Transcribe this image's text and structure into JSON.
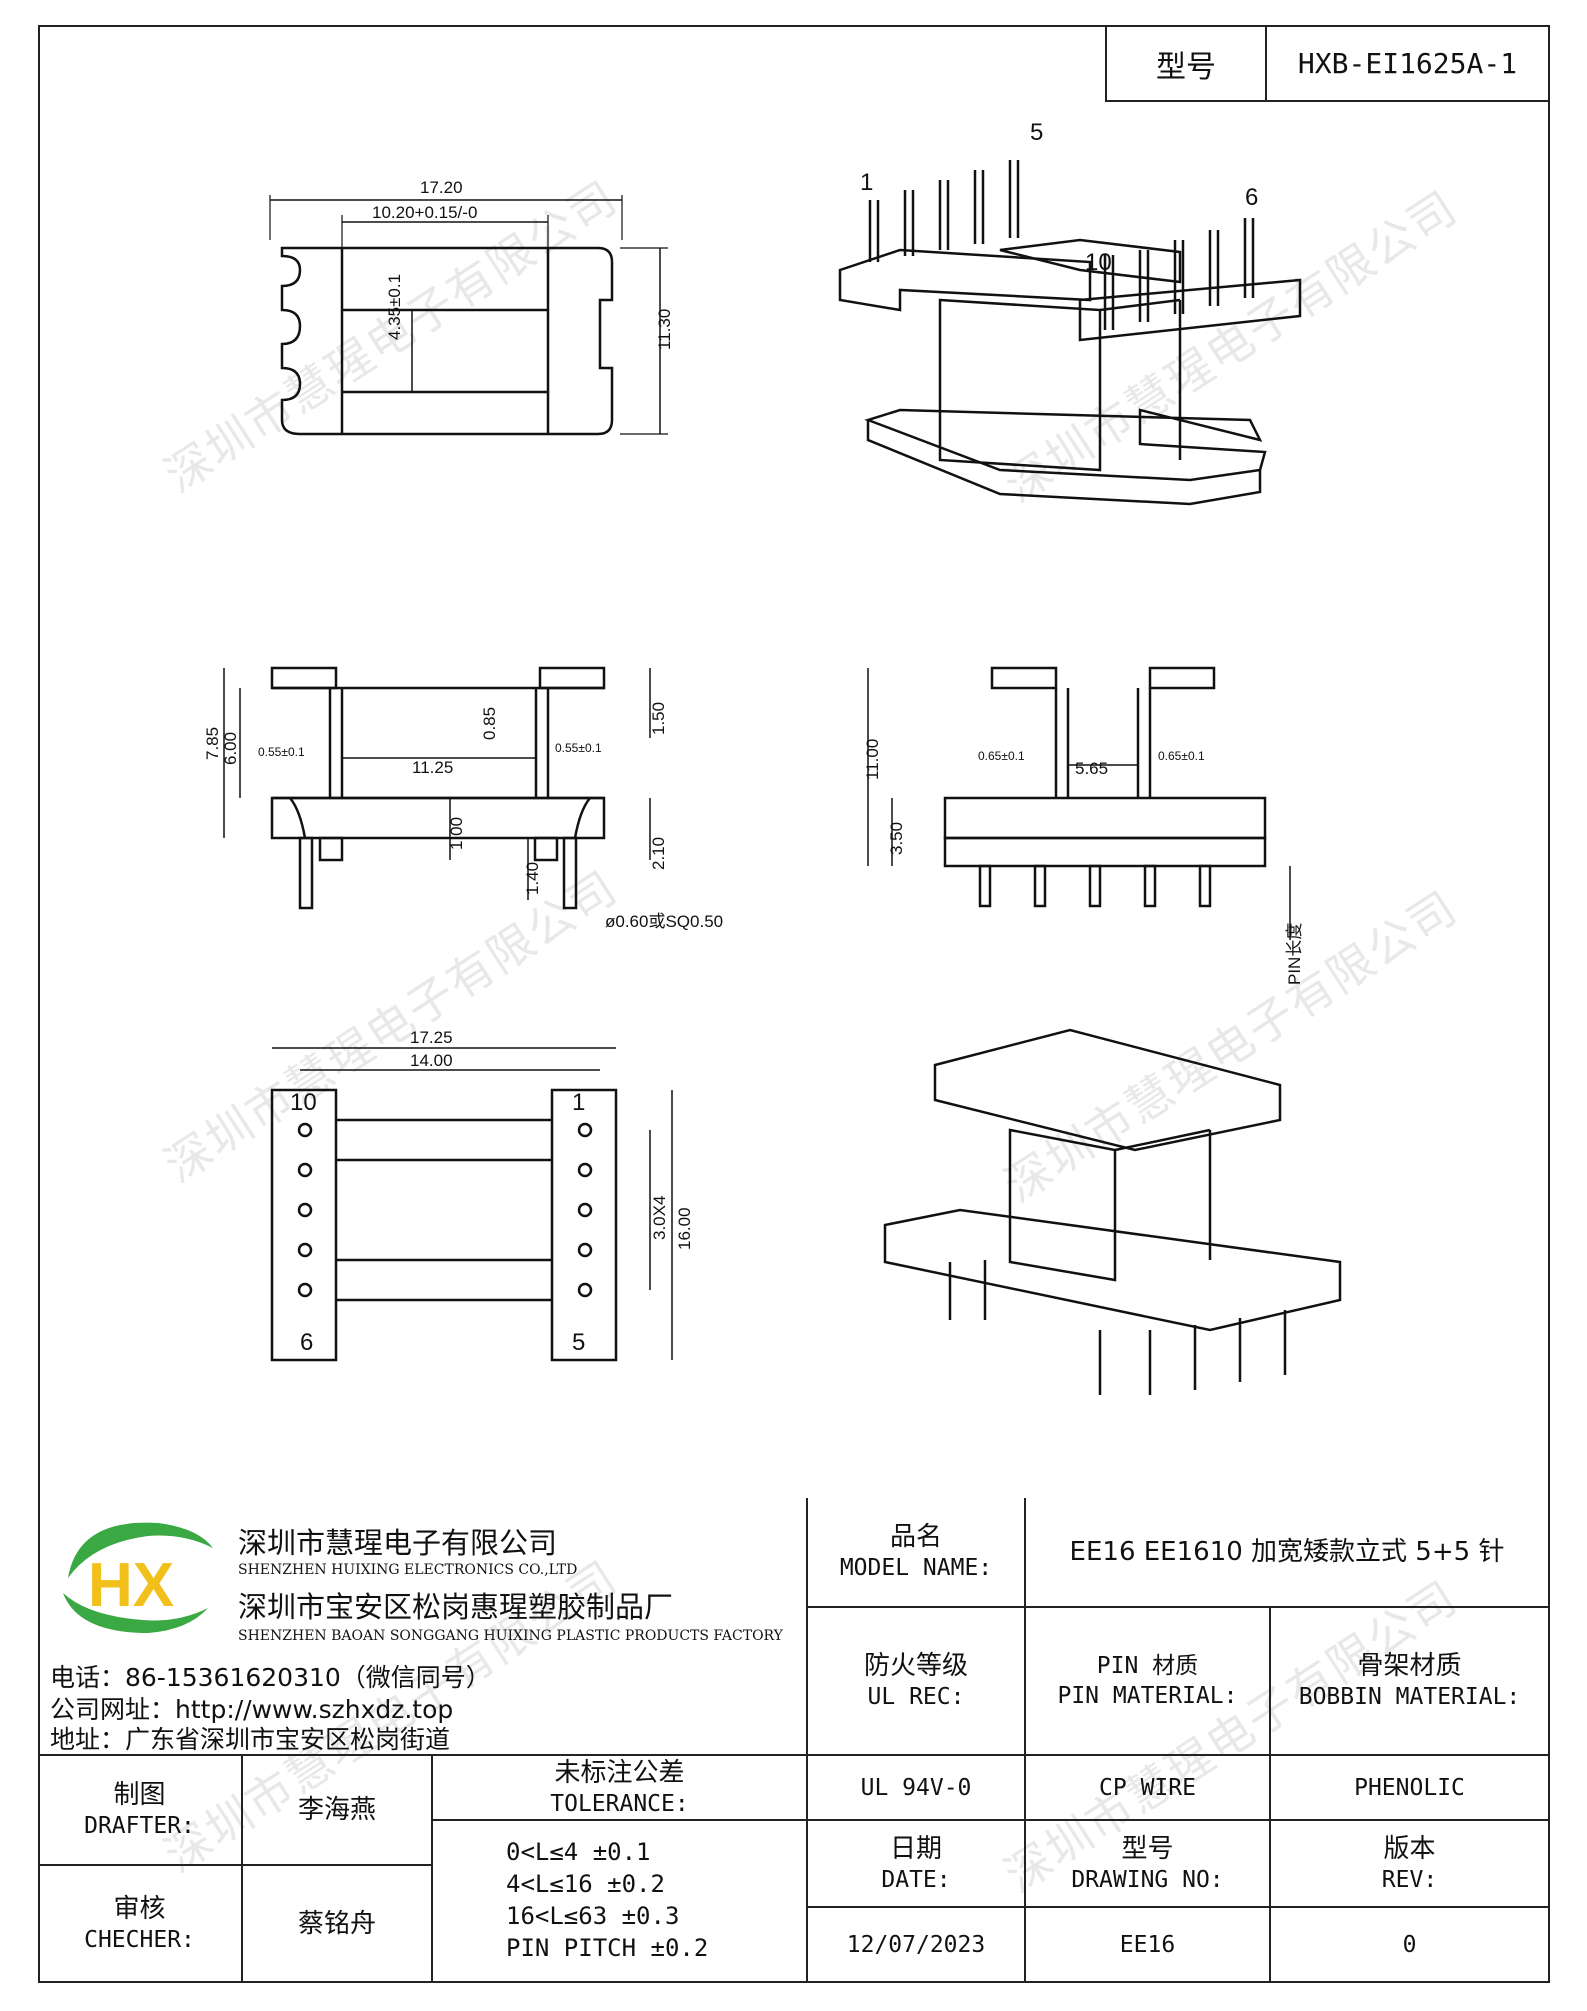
{
  "header": {
    "model_label": "型号",
    "model_value": "HXB-EI1625A-1"
  },
  "watermark": "深圳市慧瑆电子有限公司",
  "drawing": {
    "top_view": {
      "dim_a": "17.20",
      "dim_b": "10.20+0.15/-0",
      "dim_d": "4.35±0.1",
      "dim_c": "11.30"
    },
    "side_view": {
      "dim_total": "7.85",
      "dim_h6": "6.00",
      "dim_wall_l": "0.55±0.1",
      "dim_wall_r": "0.55±0.1",
      "dim_width": "11.25",
      "dim_085": "0.85",
      "dim_150": "1.50",
      "dim_100": "1.00",
      "dim_210": "2.10",
      "dim_140": "1.40",
      "dim_pin": "ø0.60或SQ0.50"
    },
    "end_view": {
      "dim_height": "11.00",
      "dim_wall_l": "0.65±0.1",
      "dim_width": "5.65",
      "dim_wall_r": "0.65±0.1",
      "dim_350": "3.50",
      "dim_pin_len": "PIN长度"
    },
    "bottom_view": {
      "dim_a": "17.25",
      "dim_b": "14.00",
      "dim_pitch": "3.0X4",
      "dim_h": "16.00",
      "pins": [
        "10",
        "1",
        "6",
        "5"
      ]
    },
    "iso_pins": {
      "p1": "1",
      "p5": "5",
      "p6": "6",
      "p10": "10"
    }
  },
  "title_block": {
    "company_cn": "深圳市慧瑆电子有限公司",
    "company_en": "SHENZHEN HUIXING ELECTRONICS CO.,LTD",
    "factory_cn": "深圳市宝安区松岗惠瑆塑胶制品厂",
    "factory_en": "SHENZHEN BAOAN SONGGANG HUIXING PLASTIC PRODUCTS FACTORY",
    "phone": "电话：86-15361620310（微信同号）",
    "website": "公司网址：http://www.szhxdz.top",
    "address": "地址：广东省深圳市宝安区松岗街道",
    "logo_text": "HX",
    "model_name_zh": "品名",
    "model_name_en": "MODEL NAME:",
    "model_name_value": "EE16 EE1610 加宽矮款立式 5+5 针",
    "ul_zh": "防火等级",
    "ul_en": "UL REC:",
    "pin_mat_zh": "PIN 材质",
    "pin_mat_en": "PIN MATERIAL:",
    "bobbin_zh": "骨架材质",
    "bobbin_en": "BOBBIN MATERIAL:",
    "ul_value": "UL 94V-0",
    "pin_value": "CP WIRE",
    "bobbin_value": "PHENOLIC",
    "drafter_zh": "制图",
    "drafter_en": "DRAFTER:",
    "drafter_name": "李海燕",
    "checker_zh": "审核",
    "checker_en": "CHECHER:",
    "checker_name": "蔡铭舟",
    "tol_zh": "未标注公差",
    "tol_en": "TOLERANCE:",
    "tolerances": [
      "0<L≤4   ±0.1",
      "4<L≤16  ±0.2",
      "16<L≤63  ±0.3",
      "PIN PITCH  ±0.2"
    ],
    "date_zh": "日期",
    "date_en": "DATE:",
    "date_value": "12/07/2023",
    "dwg_zh": "型号",
    "dwg_en": "DRAWING NO:",
    "dwg_value": "EE16",
    "rev_zh": "版本",
    "rev_en": "REV:",
    "rev_value": "0"
  },
  "colors": {
    "logo_green": "#3aa843",
    "logo_yellow": "#f2c01a",
    "logo_dark": "#1f6f2e"
  }
}
